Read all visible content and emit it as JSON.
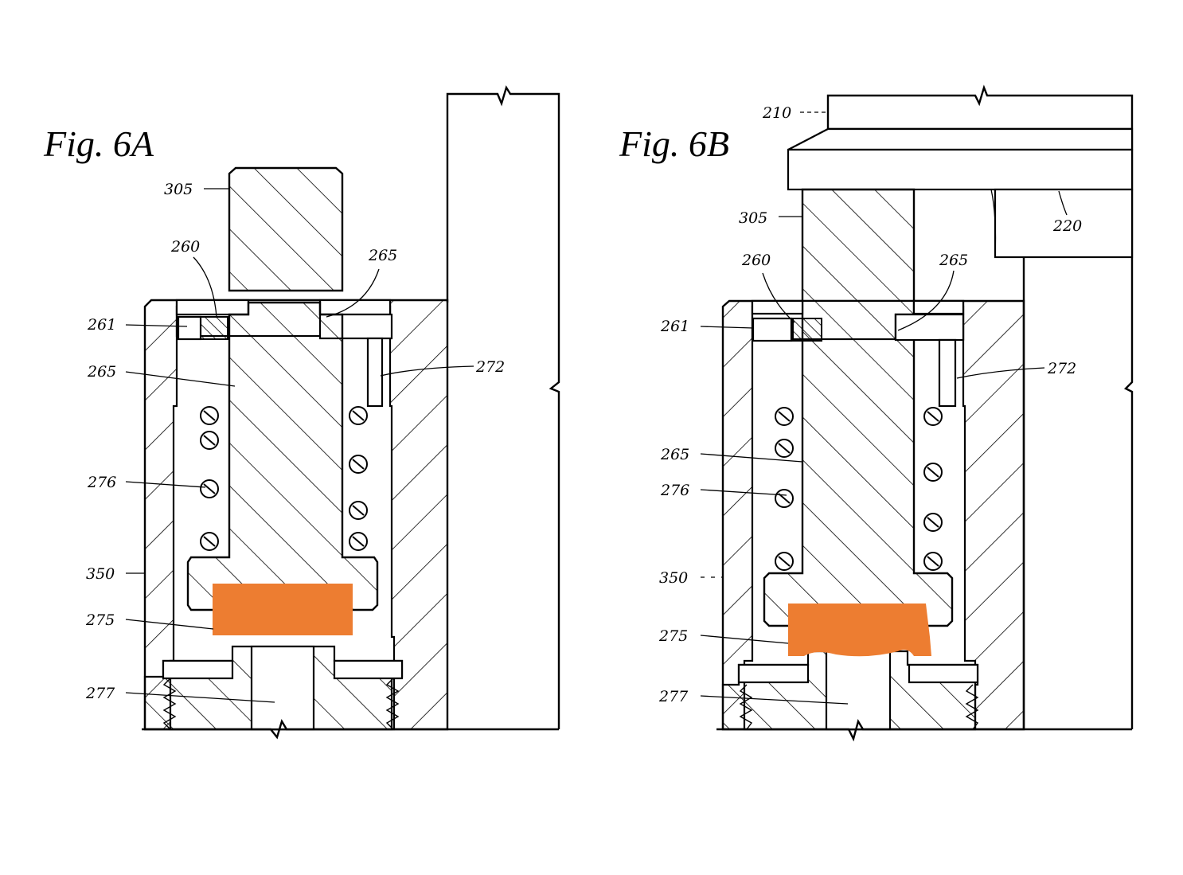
{
  "figures": [
    {
      "id": "6A",
      "title": "Fig.   6A",
      "labels": {
        "l305": "305",
        "l260": "260",
        "l265_top": "265",
        "l261": "261",
        "l265_side": "265",
        "l272": "272",
        "l276": "276",
        "l350": "350",
        "l275": "275",
        "l277": "277"
      }
    },
    {
      "id": "6B",
      "title": "Fig.   6B",
      "labels": {
        "l210": "210",
        "l305": "305",
        "l220": "220",
        "l260": "260",
        "l265_top": "265",
        "l261": "261",
        "l272": "272",
        "l265_side": "265",
        "l276": "276",
        "l350": "350",
        "l275": "275",
        "l277": "277"
      }
    }
  ],
  "colors": {
    "highlight": "#ED7D31",
    "line": "#000000",
    "background": "#FFFFFF"
  }
}
